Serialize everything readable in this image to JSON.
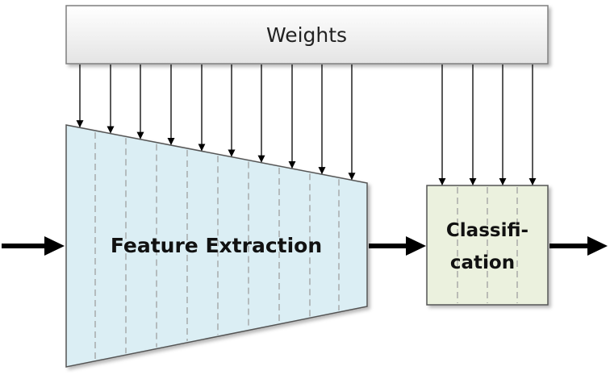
{
  "weights": {
    "label": "Weights"
  },
  "feature_extraction": {
    "label": "Feature Extraction"
  },
  "classification": {
    "label_line1": "Classifi-",
    "label_line2": "cation"
  },
  "colors": {
    "weights_fill_top": "#ffffff",
    "weights_fill_bottom": "#e4e4e4",
    "weights_stroke": "#7f7f7f",
    "feature_fill": "#dbeef4",
    "feature_stroke": "#555555",
    "classification_fill": "#ebf1de",
    "classification_stroke": "#555555",
    "divider": "#a0a0a0",
    "arrow": "#000000"
  }
}
